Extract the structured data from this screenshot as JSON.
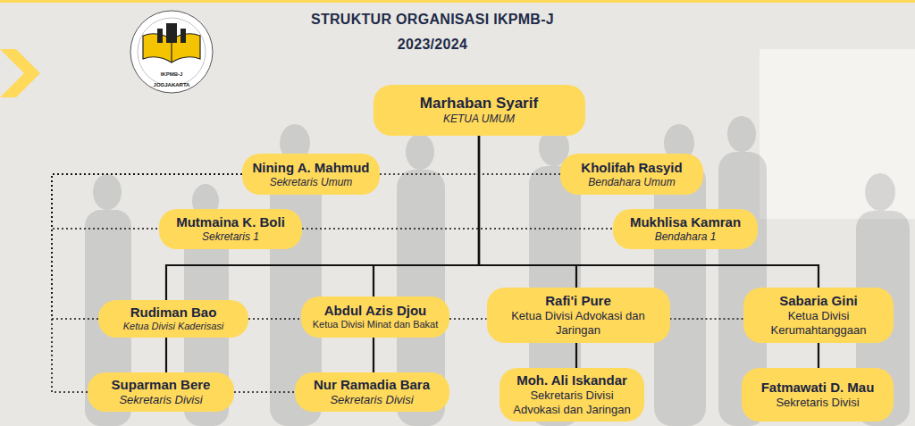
{
  "diagram": {
    "title": "STRUKTUR ORGANISASI IKPMB-J 2023/2024",
    "nodes": [
      {
        "text": [
          "Marhaban Syarif",
          "KETUA UMUM"
        ]
      },
      {
        "text": [
          "Nining A. Mahmud",
          "Sekretaris Umum"
        ]
      },
      {
        "text": [
          "Kholifah Rasyid",
          "Bendahara Umum"
        ]
      },
      {
        "text": [
          "Mutmaina K. Boli",
          "Sekretaris 1"
        ]
      },
      {
        "text": [
          "Mukhlisa Kamran",
          "Bendahara 1"
        ]
      },
      {
        "text": [
          "Rudiman Bao",
          "Ketua Divisi Kaderisasi"
        ]
      },
      {
        "text": [
          "Abdul Azis Djou",
          "Ketua Divisi Minat dan Bakat"
        ]
      },
      {
        "text": [
          "Rafi'i Pure",
          "Ketua Divisi Advokasi dan Jaringan"
        ]
      },
      {
        "text": [
          "Sabaria Gini",
          "Ketua Divisi Kerumahtanggaan"
        ]
      },
      {
        "text": [
          "Suparman Bere",
          "Sekretaris Divisi"
        ]
      },
      {
        "text": [
          "Nur Ramadia Bara",
          "Sekretaris Divisi"
        ]
      },
      {
        "text": [
          "Moh. Ali Iskandar",
          "Sekretaris Divisi Advokasi dan Jaringan"
        ]
      },
      {
        "text": [
          "Fatmawati D. Mau",
          "Sekretaris Divisi"
        ]
      }
    ],
    "edges": [
      {
        "from": 0,
        "to": 5,
        "arrow": "none"
      },
      {
        "from": 0,
        "to": 6,
        "arrow": "none"
      },
      {
        "from": 0,
        "to": 7,
        "arrow": "none"
      },
      {
        "from": 0,
        "to": 8,
        "arrow": "none"
      },
      {
        "from": 5,
        "to": 9,
        "arrow": "none"
      },
      {
        "from": 6,
        "to": 10,
        "arrow": "none"
      },
      {
        "from": 7,
        "to": 11,
        "arrow": "none"
      },
      {
        "from": 8,
        "to": 12,
        "arrow": "none"
      },
      {
        "from": 1,
        "to": 2,
        "arrow": "none"
      },
      {
        "from": 3,
        "to": 4,
        "arrow": "none"
      },
      {
        "from": 1,
        "to": 3,
        "arrow": "none"
      },
      {
        "from": 1,
        "to": 5,
        "arrow": "none"
      },
      {
        "from": 1,
        "to": 9,
        "arrow": "none"
      },
      {
        "from": 5,
        "to": 6,
        "arrow": "none"
      },
      {
        "from": 6,
        "to": 7,
        "arrow": "none"
      },
      {
        "from": 7,
        "to": 8,
        "arrow": "none"
      },
      {
        "from": 9,
        "to": 10,
        "arrow": "none"
      }
    ],
    "labels": [
      "IKPMB-J",
      "JOGJAKARTA"
    ]
  }
}
